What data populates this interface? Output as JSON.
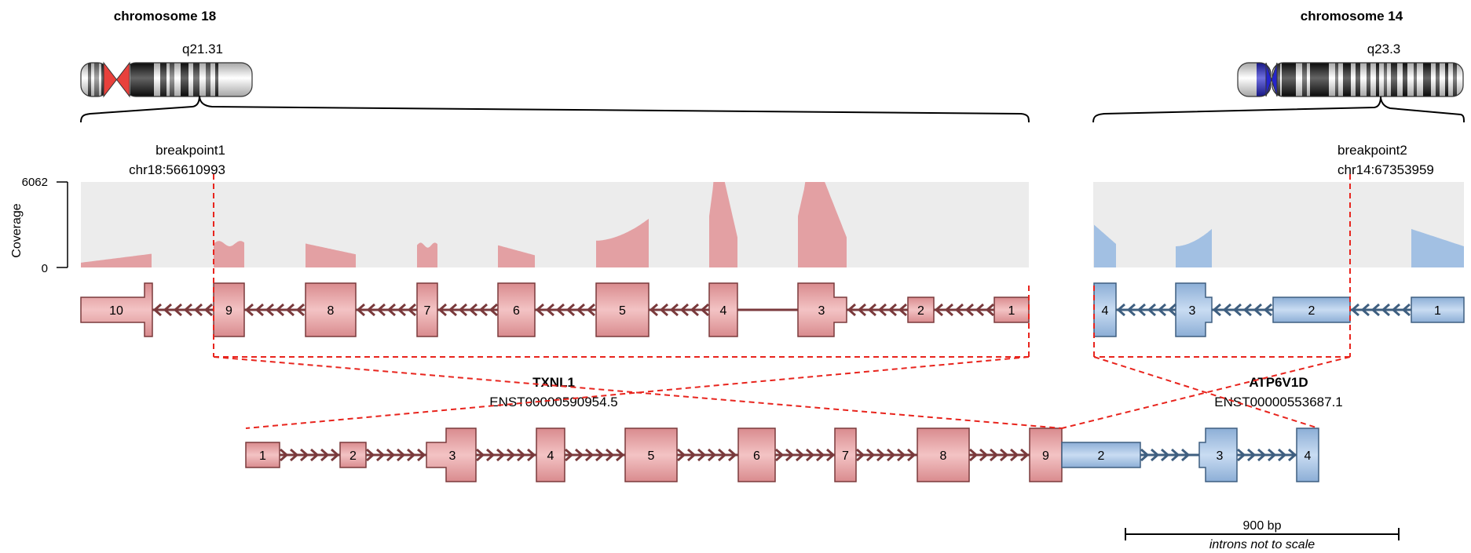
{
  "chromosome_left": {
    "title": "chromosome 18",
    "band": "q21.31",
    "breakpoint_label": "breakpoint1",
    "breakpoint_coord": "chr18:56610993",
    "centromere_color": "#e8413c"
  },
  "chromosome_right": {
    "title": "chromosome 14",
    "band": "q23.3",
    "breakpoint_label": "breakpoint2",
    "breakpoint_coord": "chr14:67353959",
    "centromere_color": "#2525cc"
  },
  "coverage": {
    "axis_label": "Coverage",
    "max_label": "6062",
    "min_label": "0",
    "max": 6062
  },
  "gene_left": {
    "name": "TXNL1",
    "transcript": "ENST00000590954.5",
    "exons": [
      "10",
      "9",
      "8",
      "7",
      "6",
      "5",
      "4",
      "3",
      "2",
      "1"
    ],
    "coverage_fraction": [
      0.16,
      0.31,
      0.28,
      0.29,
      0.26,
      0.57,
      1.0,
      1.0,
      0.0,
      0.0
    ]
  },
  "gene_right": {
    "name": "ATP6V1D",
    "transcript": "ENST00000553687.1",
    "exons": [
      "4",
      "3",
      "2",
      "1"
    ],
    "coverage_fraction": [
      0.5,
      0.45,
      0.0,
      0.45
    ]
  },
  "fusion": {
    "exons": [
      "1",
      "2",
      "3",
      "4",
      "5",
      "6",
      "7",
      "8",
      "9",
      "2",
      "3",
      "4"
    ]
  },
  "scale": {
    "label": "900 bp",
    "note": "introns not to scale"
  },
  "colors": {
    "gene_left_fill": "#e8a6a8",
    "gene_left_stroke": "#7a3a3c",
    "gene_right_fill": "#a9c6e6",
    "gene_right_stroke": "#3f5f80",
    "coverage_left": "#e3a0a3",
    "coverage_right": "#a2c0e3",
    "coverage_bg": "#ececec",
    "breakpoint_line": "#e8241d"
  }
}
